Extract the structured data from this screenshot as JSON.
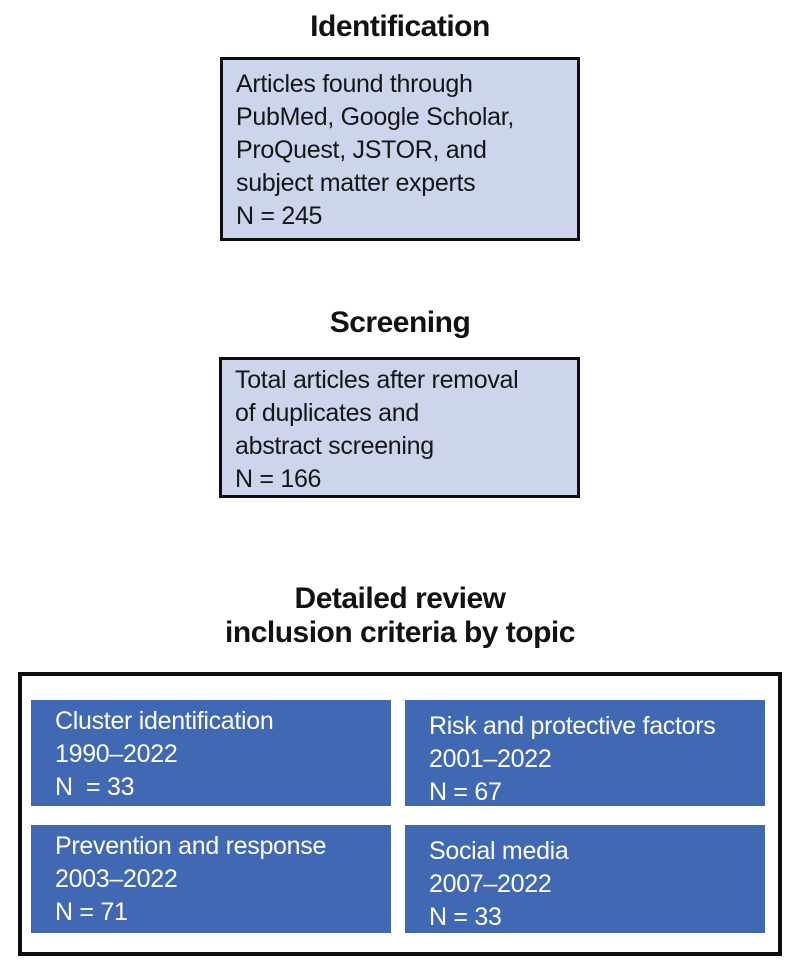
{
  "colors": {
    "light_box_fill": "#ccd5ec",
    "box_border": "#0e0e0e",
    "blue_box_fill": "#4169b3",
    "text_dark": "#151515",
    "text_light": "#ffffff"
  },
  "identification": {
    "title": "Identification",
    "box": {
      "lines": [
        "Articles found through",
        "PubMed, Google Scholar,",
        "ProQuest, JSTOR, and",
        "subject matter experts",
        "N = 245"
      ]
    }
  },
  "screening": {
    "title": "Screening",
    "box": {
      "lines": [
        "Total articles after removal",
        "of duplicates and",
        "abstract screening",
        "N = 166"
      ]
    }
  },
  "detailed_review": {
    "title_line1": "Detailed review",
    "title_line2": "inclusion criteria by topic",
    "topics": [
      {
        "name": "Cluster identification",
        "years": "1990–2022",
        "n": "N  = 33"
      },
      {
        "name": "Risk and protective factors",
        "years": "2001–2022",
        "n": "N = 67"
      },
      {
        "name": "Prevention and response",
        "years": "2003–2022",
        "n": "N = 71"
      },
      {
        "name": "Social media",
        "years": "2007–2022",
        "n": "N = 33"
      }
    ]
  }
}
